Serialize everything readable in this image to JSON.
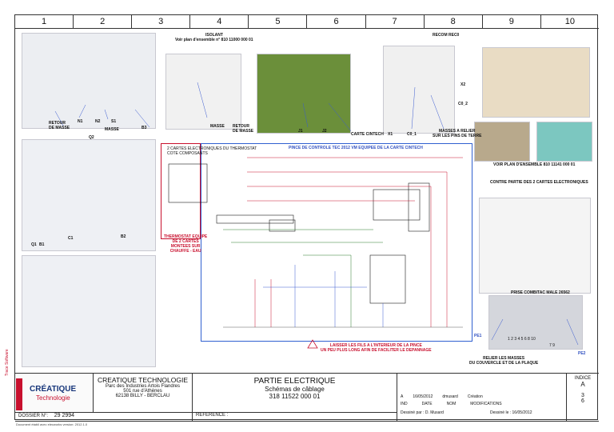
{
  "columns": [
    "1",
    "2",
    "3",
    "4",
    "5",
    "6",
    "7",
    "8",
    "9",
    "10"
  ],
  "callouts": {
    "retour_masse": "RETOUR\nDE MASSE",
    "n1": "N1",
    "n2": "N2",
    "s1": "S1",
    "masse": "MASSE",
    "b3": "B3",
    "q2": "Q2",
    "q1": "Q1",
    "b1": "B1",
    "c1": "C1",
    "b2": "B2",
    "isolant": "ISOLANT",
    "isolant_sub": "Voir plan d'ensemble n° 810 11000 000 01",
    "masse2": "MASSE",
    "retour_masse2": "RETOUR\nDE MASSE",
    "j1": "J1",
    "j2": "J2",
    "carte_cintech": "CARTE CINTECH",
    "recom": "RECOM REC0",
    "x2": "X2",
    "co2": "C0_2",
    "x1": "X1",
    "co1": "C0_1",
    "masses_relier": "MASSES A RELIER\nSUR LES PINS DE TERRE",
    "voir_plan": "VOIR PLAN D'ENSEMBLE 810 11141 000 01",
    "contre_partie": "CONTRE PARTIE DES 2 CARTES ELECTRONIQUES",
    "prise": "PRISE COMBITAC MALE 26562",
    "relier_masses": "RELIER LES MASSES\nDU COUVERCLE ET DE LA PLAQUE",
    "pe1": "PE1",
    "pe2": "PE2",
    "pin_top": "1  2  3  4  5  6  8  10",
    "pin_bot": "7  9"
  },
  "schematic": {
    "title": "PINCE DE CONTROLE TEC 2012 VM EQUIPEE DE LA CARTE CINTECH",
    "left_box": "2 CARTES ELECTRONIQUES DU THERMOSTAT\nCOTE COMPOSANTS",
    "thermo": "THERMOSTAT EQUIPE\nDE 2 CARTES\nMONTEES SUR\nCHAUFFE - EAU",
    "warning": "LAISSER LES FILS A L'INTERIEUR DE LA PINCE\nUN PEU PLUS LONG AFIN DE FACILITER LE DEPANNAGE"
  },
  "title_block": {
    "company": "CREATIQUE TECHNOLOGIE",
    "addr1": "Parc des Industries Artois Flandres",
    "addr2": "501 rue d'Athènes",
    "addr3": "62138 BILLY - BERCLAU",
    "dossier_label": "DOSSIER N°:",
    "dossier": "29 2994",
    "reference_label": "REFERENCE :",
    "part": "PARTIE ELECTRIQUE",
    "subtitle": "Schémas de câblage",
    "number": "318 11522 000 01",
    "indice_label": "INDICE",
    "indice": "A",
    "rev_ind": "A",
    "rev_date": "16/05/2012",
    "rev_name": "dmusard",
    "rev_mod": "Création",
    "h_ind": "IND",
    "h_date": "DATE",
    "h_nom": "NOM",
    "h_mod": "MODIFICATIONS",
    "dessine_par": "Dessiné par : D. Musard",
    "dessine_le": "Dessiné le : 16/05/2012",
    "page": "3",
    "pages": "6",
    "logo_top": "CRÉATIQUE",
    "logo_bottom": "Technologie",
    "trace": "Trace Software",
    "footer": "Document établi avec elecworks version: 2012.1.0"
  }
}
